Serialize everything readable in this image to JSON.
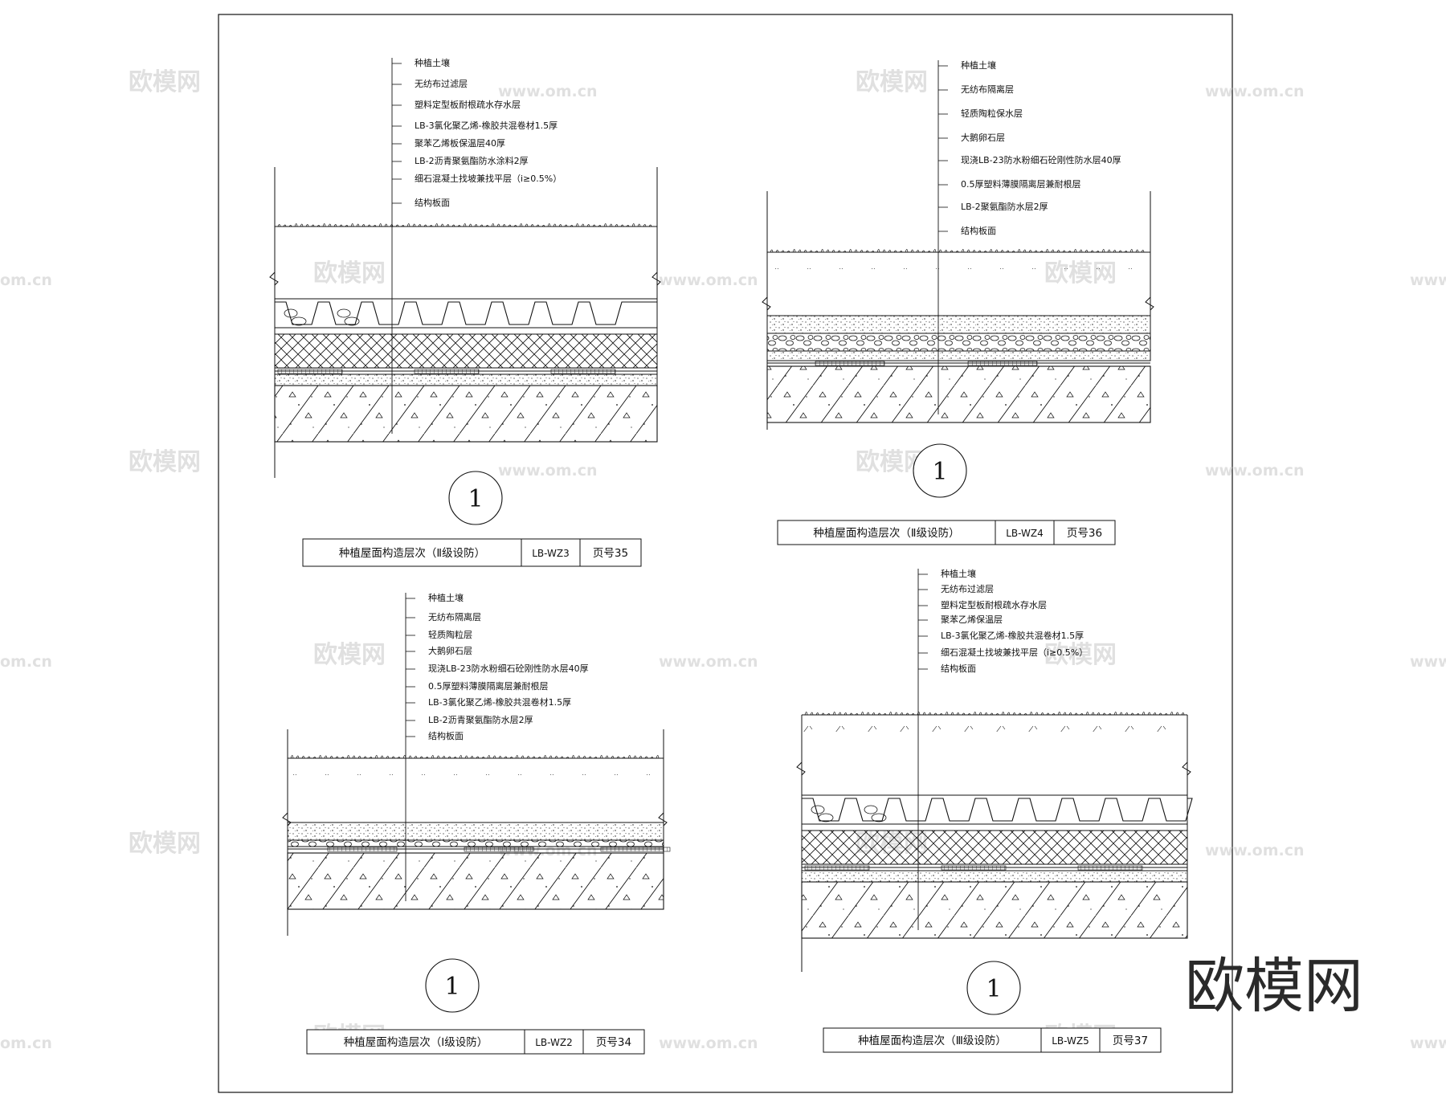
{
  "watermark": {
    "brand": "欧模网",
    "site": "www.om.cn",
    "site_partial": "om.cn"
  },
  "logo": "欧模网",
  "details": [
    {
      "id": "lb-wz3",
      "number": "1",
      "title": "种植屋面构造层次（Ⅱ级设防）",
      "code": "LB-WZ3",
      "page": "页号35",
      "layers": [
        "种植土壤",
        "无纺布过滤层",
        "塑料定型板耐根疏水存水层",
        "LB-3氯化聚乙烯-橡胶共混卷材1.5厚",
        "聚苯乙烯板保温层40厚",
        "LB-2沥青聚氨酯防水涂料2厚",
        "细石混凝土找坡兼找平层（i≥0.5%）",
        "结构板面"
      ]
    },
    {
      "id": "lb-wz4",
      "number": "1",
      "title": "种植屋面构造层次（Ⅱ级设防）",
      "code": "LB-WZ4",
      "page": "页号36",
      "layers": [
        "种植土壤",
        "无纺布隔离层",
        "轻质陶粒保水层",
        "大鹅卵石层",
        "现浇LB-23防水粉细石砼刚性防水层40厚",
        "0.5厚塑料薄膜隔离层兼耐根层",
        "LB-2聚氨酯防水层2厚",
        "结构板面"
      ]
    },
    {
      "id": "lb-wz2",
      "number": "1",
      "title": "种植屋面构造层次（Ⅰ级设防）",
      "code": "LB-WZ2",
      "page": "页号34",
      "layers": [
        "种植土壤",
        "无纺布隔离层",
        "轻质陶粒层",
        "大鹅卵石层",
        "现浇LB-23防水粉细石砼刚性防水层40厚",
        "0.5厚塑料薄膜隔离层兼耐根层",
        "LB-3氯化聚乙烯-橡胶共混卷材1.5厚",
        "LB-2沥青聚氨酯防水层2厚",
        "结构板面"
      ]
    },
    {
      "id": "lb-wz5",
      "number": "1",
      "title": "种植屋面构造层次（Ⅲ级设防）",
      "code": "LB-WZ5",
      "page": "页号37",
      "layers": [
        "种植土壤",
        "无纺布过滤层",
        "塑料定型板耐根疏水存水层",
        "聚苯乙烯保温层",
        "LB-3氯化聚乙烯-橡胶共混卷材1.5厚",
        "细石混凝土找坡兼找平层（i≥0.5%）",
        "结构板面"
      ]
    }
  ]
}
